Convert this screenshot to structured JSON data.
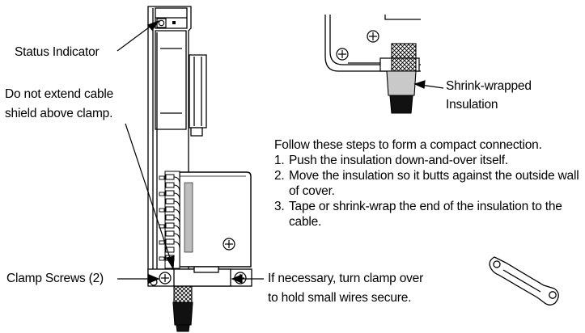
{
  "labels": {
    "status_indicator": "Status Indicator",
    "cable_shield_line1": "Do not extend cable",
    "cable_shield_line2": "shield above clamp.",
    "shrink_line1": "Shrink-wrapped",
    "shrink_line2": "Insulation",
    "clamp_screws": "Clamp Screws (2)",
    "turn_clamp_line1": "If necessary, turn clamp over",
    "turn_clamp_line2": "to hold small wires secure."
  },
  "instructions": {
    "intro": "Follow these steps to form a compact connection.",
    "steps": [
      {
        "num": "1.",
        "text": "Push the insulation down-and-over itself."
      },
      {
        "num": "2.",
        "text": "Move the insulation so it butts against the outside wall of cover."
      },
      {
        "num": "3.",
        "text": "Tape or shrink-wrap the end of the insulation to the cable."
      }
    ]
  }
}
